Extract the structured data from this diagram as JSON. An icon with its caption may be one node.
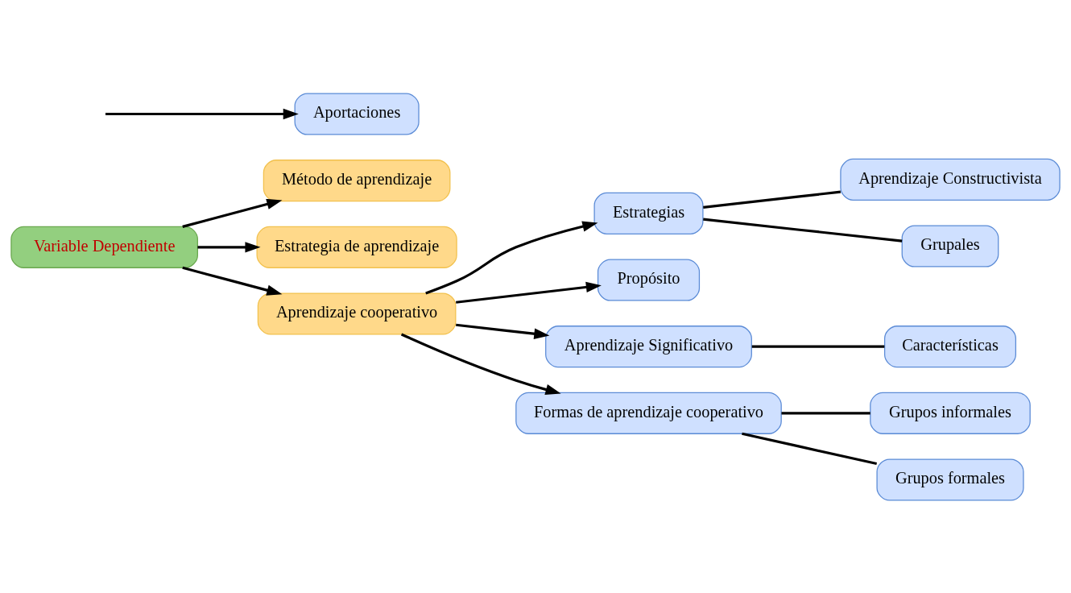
{
  "diagram": {
    "nodes": [
      {
        "text": [
          "Aprendizaje Constructivista"
        ]
      },
      {
        "text": [
          "Método de aprendizaje"
        ]
      },
      {
        "text": [
          "Estrategia de aprendizaje"
        ]
      },
      {
        "text": [
          "Grupales"
        ]
      },
      {
        "text": [
          "Estrategias"
        ]
      },
      {
        "text": [
          "Propósito"
        ]
      },
      {
        "text": [
          "Variable Dependiente"
        ]
      },
      {
        "text": [
          "Aprendizaje cooperativo"
        ]
      },
      {
        "text": [
          "Aportaciones"
        ]
      },
      {
        "text": [
          "Aprendizaje Significativo"
        ]
      },
      {
        "text": [
          "Formas de aprendizaje cooperativo"
        ]
      },
      {
        "text": [
          "Grupos informales"
        ]
      },
      {
        "text": [
          "Grupos formales"
        ]
      },
      {
        "text": [
          "Características"
        ]
      }
    ],
    "edges": [
      {
        "from": 6,
        "to": 1,
        "arrow": "to"
      },
      {
        "from": 6,
        "to": 2,
        "arrow": "to"
      },
      {
        "from": 6,
        "to": 7,
        "arrow": "to"
      },
      {
        "from": 7,
        "to": 4,
        "arrow": "to"
      },
      {
        "from": 4,
        "to": 0,
        "arrow": "none"
      },
      {
        "from": 4,
        "to": 3,
        "arrow": "none"
      },
      {
        "from": 7,
        "to": 5,
        "arrow": "to"
      },
      {
        "from": null,
        "to": 8,
        "arrow": "to"
      },
      {
        "from": 7,
        "to": 9,
        "arrow": "to"
      },
      {
        "from": 7,
        "to": 10,
        "arrow": "to"
      },
      {
        "from": 10,
        "to": 11,
        "arrow": "none"
      },
      {
        "from": 10,
        "to": 12,
        "arrow": "none"
      },
      {
        "from": 9,
        "to": 13,
        "arrow": "none"
      }
    ]
  }
}
